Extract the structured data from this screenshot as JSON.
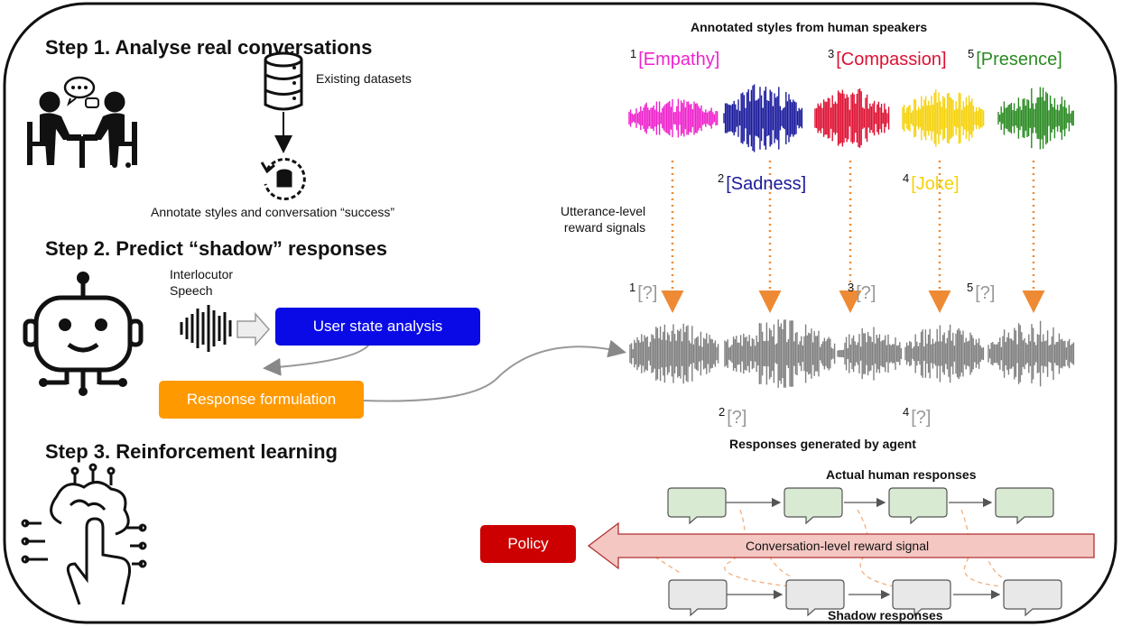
{
  "step1": {
    "title": "Step 1. Analyse real conversations",
    "datasets_label": "Existing datasets",
    "annotate_label": "Annotate styles and conversation “success”"
  },
  "step2": {
    "title": "Step 2. Predict “shadow” responses",
    "interlocutor_label": "Interlocutor\nSpeech",
    "user_state_box": "User state analysis",
    "response_box": "Response formulation"
  },
  "step3": {
    "title": "Step 3. Reinforcement learning"
  },
  "annotated": {
    "title": "Annotated styles from human speakers",
    "styles": [
      {
        "num": "1",
        "label": "[Empathy]",
        "color": "#ee22cc"
      },
      {
        "num": "2",
        "label": "[Sadness]",
        "color": "#1a1a9c"
      },
      {
        "num": "3",
        "label": "[Compassion]",
        "color": "#dd1133"
      },
      {
        "num": "4",
        "label": "[Joke]",
        "color": "#f5d20a"
      },
      {
        "num": "5",
        "label": "[Presence]",
        "color": "#2a8a22"
      }
    ]
  },
  "utterance_label": "Utterance-level\nreward signals",
  "generated": {
    "title": "Responses generated by agent",
    "placeholders": [
      {
        "num": "1",
        "label": "[?]"
      },
      {
        "num": "2",
        "label": "[?]"
      },
      {
        "num": "3",
        "label": "[?]"
      },
      {
        "num": "4",
        "label": "[?]"
      },
      {
        "num": "5",
        "label": "[?]"
      }
    ]
  },
  "actual_title": "Actual human responses",
  "shadow_title": "Shadow responses",
  "policy_label": "Policy",
  "conversation_reward_label": "Conversation-level reward signal",
  "colors": {
    "user_state": "#0a0ae6",
    "response": "#ff9900",
    "policy": "#cc0000",
    "reward_arrow": "#f4c7c3",
    "orange_dotted": "#ee8a33",
    "waveform_gray": "#7f7f7f",
    "human_bubble": "#d9ead3",
    "shadow_bubble": "#e8e8e8"
  }
}
